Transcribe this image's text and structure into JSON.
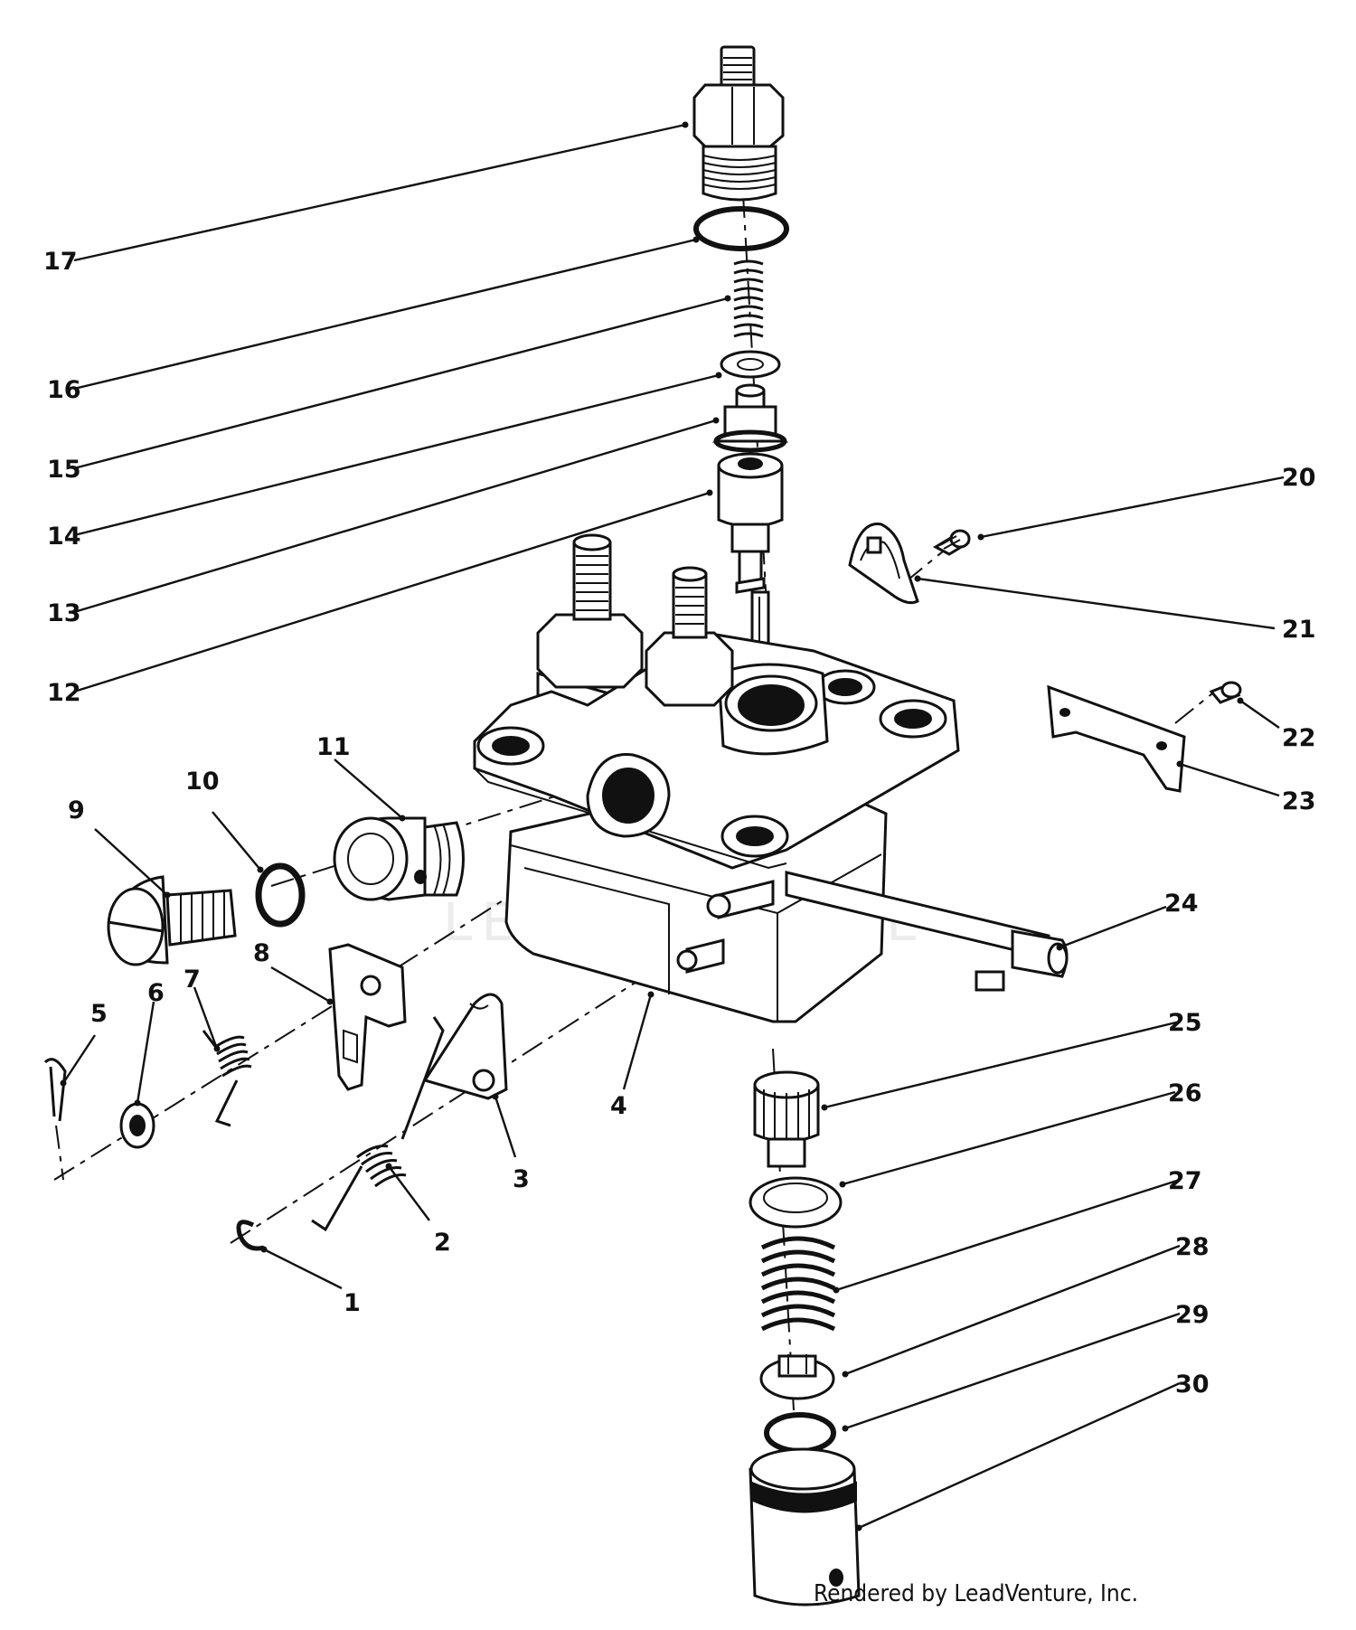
{
  "labels": [
    "1",
    "2",
    "3",
    "4",
    "5",
    "6",
    "7",
    "8",
    "9",
    "10",
    "11",
    "12",
    "13",
    "14",
    "15",
    "16",
    "17",
    "20",
    "21",
    "22",
    "23",
    "24",
    "25",
    "26",
    "27",
    "28",
    "29",
    "30"
  ],
  "watermark": "LEADVENTURE",
  "credit": "Rendered by LeadVenture, Inc.",
  "colors": {
    "line": "#111111",
    "background": "#ffffff"
  }
}
